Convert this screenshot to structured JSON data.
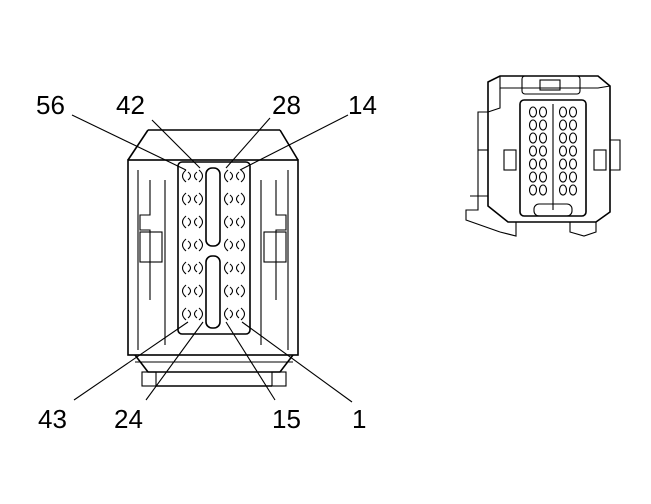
{
  "diagram": {
    "pin_labels": {
      "top": [
        "56",
        "42",
        "28",
        "14"
      ],
      "bottom": [
        "43",
        "24",
        "15",
        "1"
      ]
    }
  }
}
